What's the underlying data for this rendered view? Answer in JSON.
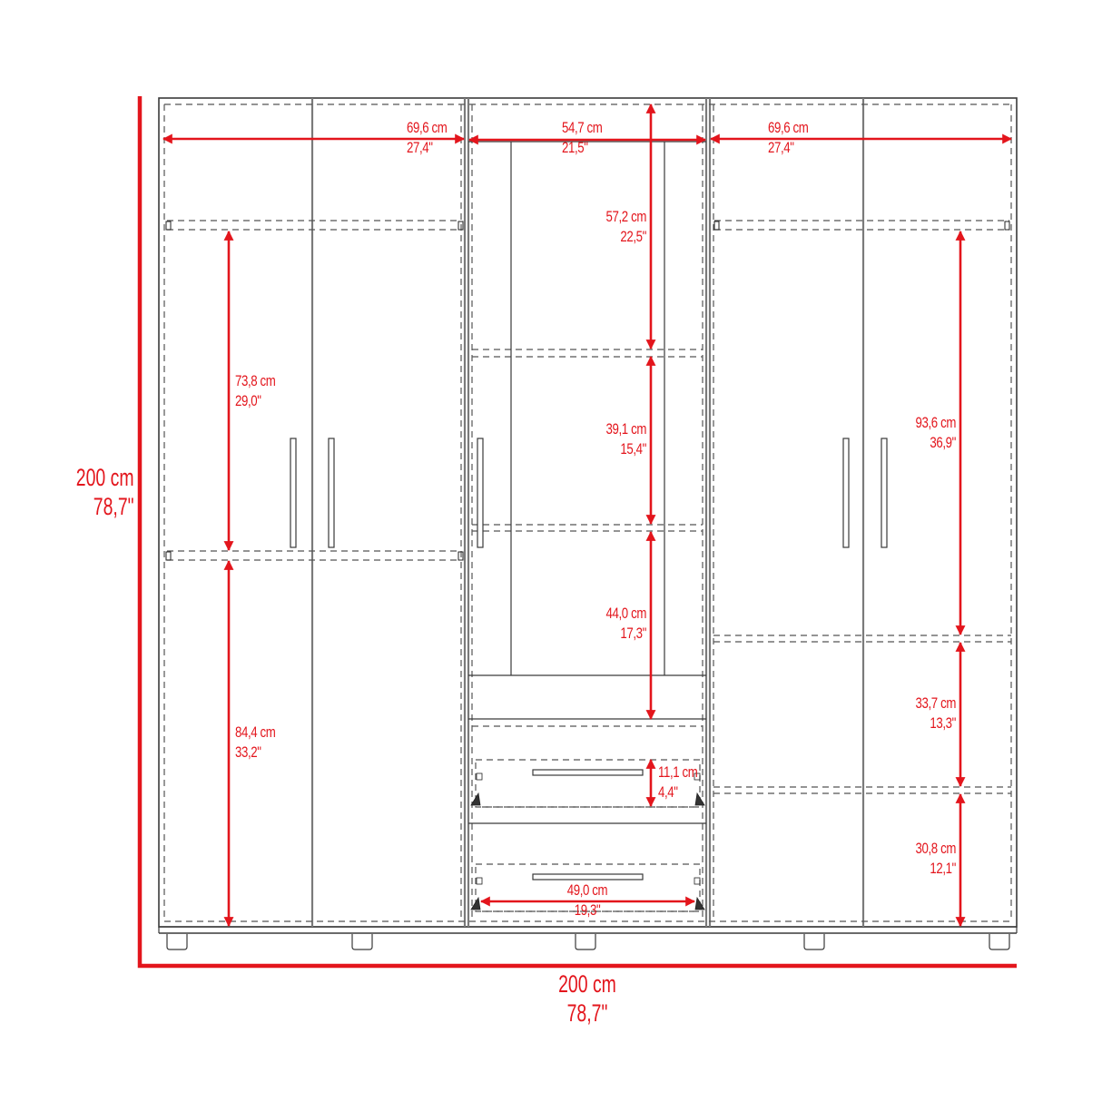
{
  "diagram": {
    "title": "Wardrobe dimensions",
    "colors": {
      "dimension": "#e3151c",
      "outline": "#3a3a3a",
      "divider": "#7a7a7a",
      "hidden_line": "#555555",
      "background": "#ffffff"
    },
    "overall": {
      "height": {
        "cm": "200 cm",
        "in": "78,7\""
      },
      "width": {
        "cm": "200 cm",
        "in": "78,7\""
      }
    },
    "left_section": {
      "inner_width": {
        "cm": "69,6 cm",
        "in": "27,4\""
      },
      "upper_height": {
        "cm": "73,8 cm",
        "in": "29,0\""
      },
      "lower_height": {
        "cm": "84,4 cm",
        "in": "33,2\""
      },
      "doors": 2
    },
    "center_section": {
      "inner_width": {
        "cm": "54,7 cm",
        "in": "21,5\""
      },
      "top_compartment": {
        "cm": "57,2 cm",
        "in": "22,5\""
      },
      "middle_compartment": {
        "cm": "39,1 cm",
        "in": "15,4\""
      },
      "lower_compartment": {
        "cm": "44,0 cm",
        "in": "17,3\""
      },
      "drawer_height": {
        "cm": "11,1 cm",
        "in": "4,4\""
      },
      "drawer_width": {
        "cm": "49,0 cm",
        "in": "19,3\""
      },
      "doors": 1,
      "drawers": 2
    },
    "right_section": {
      "inner_width": {
        "cm": "69,6 cm",
        "in": "27,4\""
      },
      "upper_height": {
        "cm": "93,6 cm",
        "in": "36,9\""
      },
      "middle_height": {
        "cm": "33,7 cm",
        "in": "13,3\""
      },
      "lower_height": {
        "cm": "30,8 cm",
        "in": "12,1\""
      },
      "doors": 2
    },
    "legs": 5
  }
}
